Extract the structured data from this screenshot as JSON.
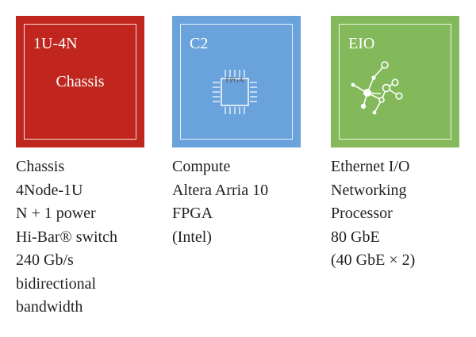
{
  "colors": {
    "chassis": "#c0261e",
    "compute": "#6aa3dc",
    "eio": "#83b95a"
  },
  "cards": {
    "chassis": {
      "title": "1U-4N",
      "subtitle": "Chassis"
    },
    "compute": {
      "title": "C2",
      "chip_label": "FPGA",
      "icon": "chip-icon"
    },
    "eio": {
      "title": "EIO",
      "icon": "network-hub-icon"
    }
  },
  "descriptions": {
    "chassis": [
      "Chassis",
      "4Node-1U",
      "N + 1 power",
      "Hi-Bar® switch",
      "240 Gb/s",
      "bidirectional",
      "bandwidth"
    ],
    "compute": [
      "Compute",
      "Altera Arria 10",
      "FPGA",
      "(Intel)"
    ],
    "eio": [
      "Ethernet I/O",
      "Networking",
      "Processor",
      "80 GbE",
      "(40 GbE × 2)"
    ]
  }
}
